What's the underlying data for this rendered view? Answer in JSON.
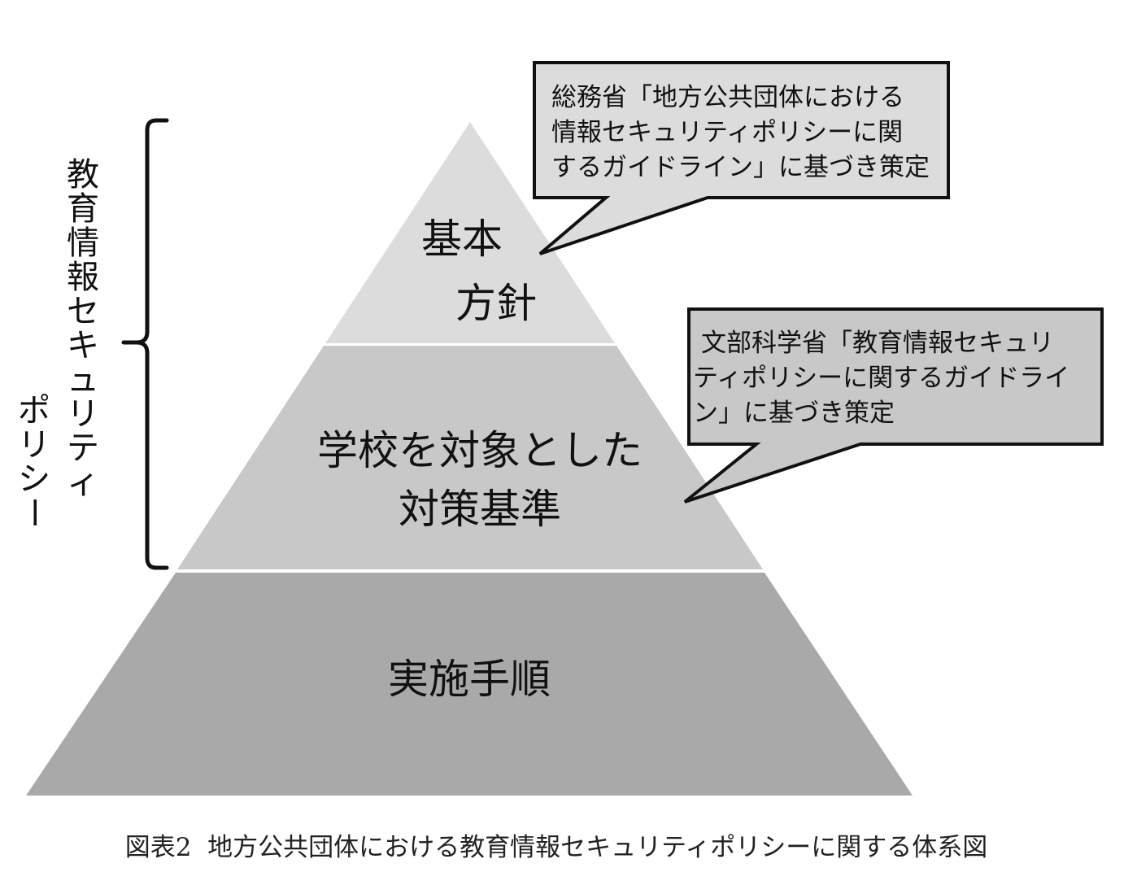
{
  "pyramid": {
    "tiers": [
      {
        "lines": [
          "基本",
          "方針"
        ],
        "fill": "#dcdcdc"
      },
      {
        "lines": [
          "学校を対象とした",
          "対策基準"
        ],
        "fill": "#c8c8c8"
      },
      {
        "lines": [
          "実施手順"
        ],
        "fill": "#a9a9a9"
      }
    ]
  },
  "bracket_label": {
    "columns": [
      "教育情報セキュリティ",
      "ポリシー"
    ]
  },
  "callouts": [
    {
      "lines": [
        "総務省「地方公共団体における",
        "情報セキュリティポリシーに関",
        "するガイドライン」に基づき策定"
      ],
      "fill": "#dcdcdc"
    },
    {
      "lines": [
        "文部科学省「教育情報セキュリ",
        "ティポリシーに関するガイドライ",
        "ン」に基づき策定"
      ],
      "fill": "#c8c8c8"
    }
  ],
  "caption": "図表2  地方公共団体における教育情報セキュリティポリシーに関する体系図",
  "colors": {
    "outline": "#111111",
    "separator": "#ffffff"
  }
}
